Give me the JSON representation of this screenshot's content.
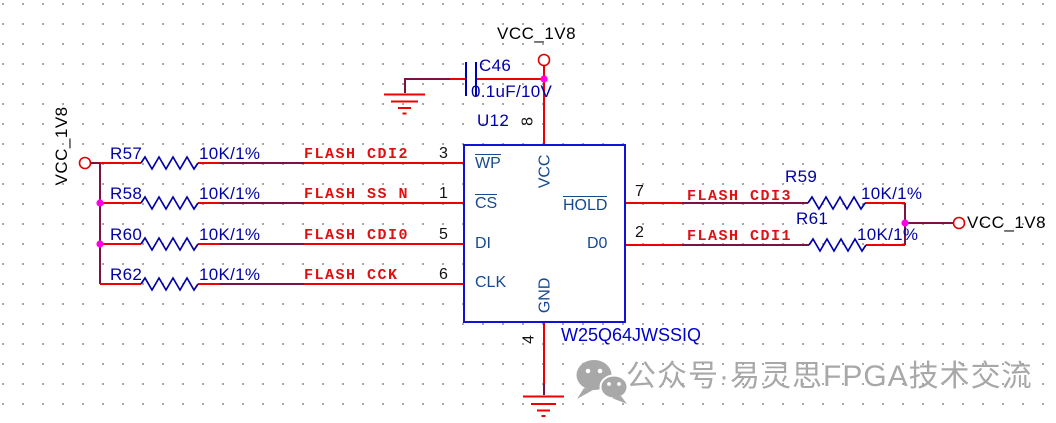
{
  "power": {
    "top_label": "VCC_1V8",
    "left_label": "VCC_1V8",
    "right_label": "VCC_1V8"
  },
  "capacitor": {
    "ref": "C46",
    "value": "0.1uF/10V"
  },
  "ic": {
    "ref": "U12",
    "part": "W25Q64JWSSIQ",
    "pins": {
      "wp": {
        "num": "3",
        "name": "WP"
      },
      "cs": {
        "num": "1",
        "name": "CS"
      },
      "di": {
        "num": "5",
        "name": "DI"
      },
      "clk": {
        "num": "6",
        "name": "CLK"
      },
      "vcc": {
        "num": "8",
        "name": "VCC"
      },
      "gnd": {
        "num": "4",
        "name": "GND"
      },
      "hold": {
        "num": "7",
        "name": "HOLD"
      },
      "d0": {
        "num": "2",
        "name": "D0"
      }
    }
  },
  "rows_left": [
    {
      "ref": "R57",
      "value": "10K/1%",
      "net": "FLASH CDI2"
    },
    {
      "ref": "R58",
      "value": "10K/1%",
      "net": "FLASH SS N"
    },
    {
      "ref": "R60",
      "value": "10K/1%",
      "net": "FLASH CDI0"
    },
    {
      "ref": "R62",
      "value": "10K/1%",
      "net": "FLASH CCK"
    }
  ],
  "rows_right": [
    {
      "ref": "R59",
      "value": "10K/1%",
      "net": "FLASH CDI3"
    },
    {
      "ref": "R61",
      "value": "10K/1%",
      "net": "FLASH CDI1"
    }
  ],
  "watermark": {
    "text": "公众号·易灵思FPGA技术交流"
  },
  "colors": {
    "wire": "#7a1243",
    "wire_hot": "#ee0000",
    "symbol_blue": "#0000a8",
    "ic_border": "#1111d8",
    "pin_name": "#17498f",
    "net_label": "#dd1111",
    "junction": "#ff00e6",
    "power_port": "#e00000",
    "watermark_gray": "#a8a8a8"
  }
}
